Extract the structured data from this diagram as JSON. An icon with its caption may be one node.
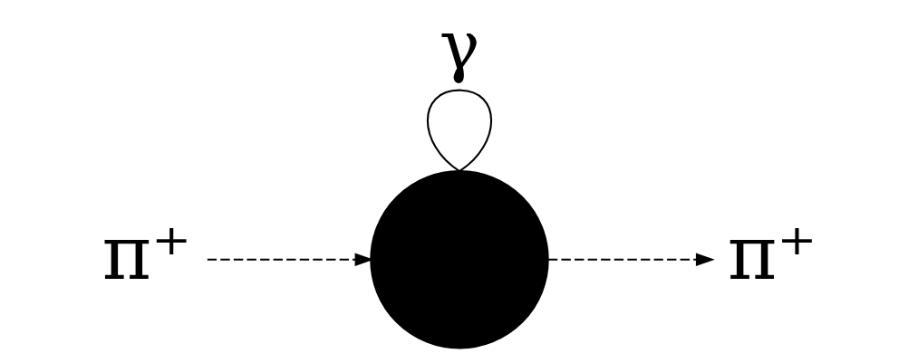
{
  "diagram": {
    "nodes": [
      {
        "text": [
          "π⁺"
        ]
      },
      {
        "text": [],
        "shape": "circle"
      },
      {
        "text": [
          "π⁺"
        ]
      }
    ],
    "edges": [
      {
        "from": 0,
        "to": 1,
        "arrow": "to",
        "style": "dashed"
      },
      {
        "from": 1,
        "to": 2,
        "arrow": "to",
        "style": "dashed"
      },
      {
        "from": 1,
        "to": 1,
        "arrow": "none",
        "label": "γ"
      }
    ]
  }
}
